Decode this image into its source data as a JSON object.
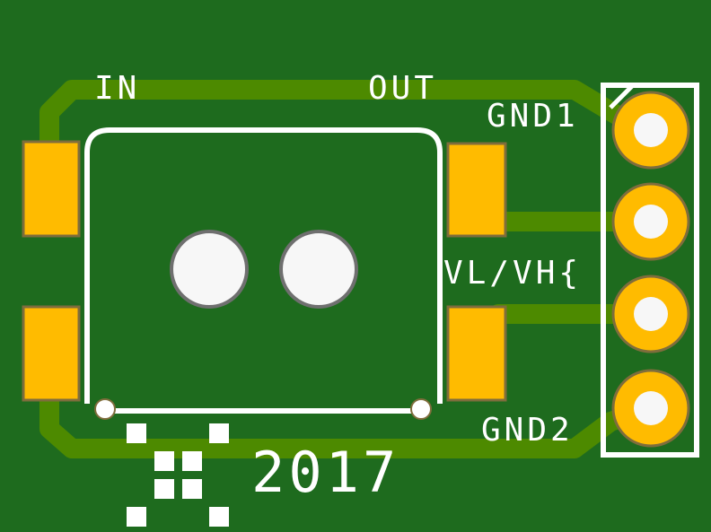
{
  "colors": {
    "board": "#1e6b1e",
    "trace": "#4d8a00",
    "pad": "#ffbb00",
    "silkscreen": "#ffffff",
    "hole": "#f7f7f7",
    "pad_edge": "#7f6d3c"
  },
  "labels": {
    "in": "IN",
    "out": "OUT",
    "gnd1": "GND1",
    "vl_vh": "VL/VH{",
    "gnd2": "GND2",
    "year": "2017"
  }
}
